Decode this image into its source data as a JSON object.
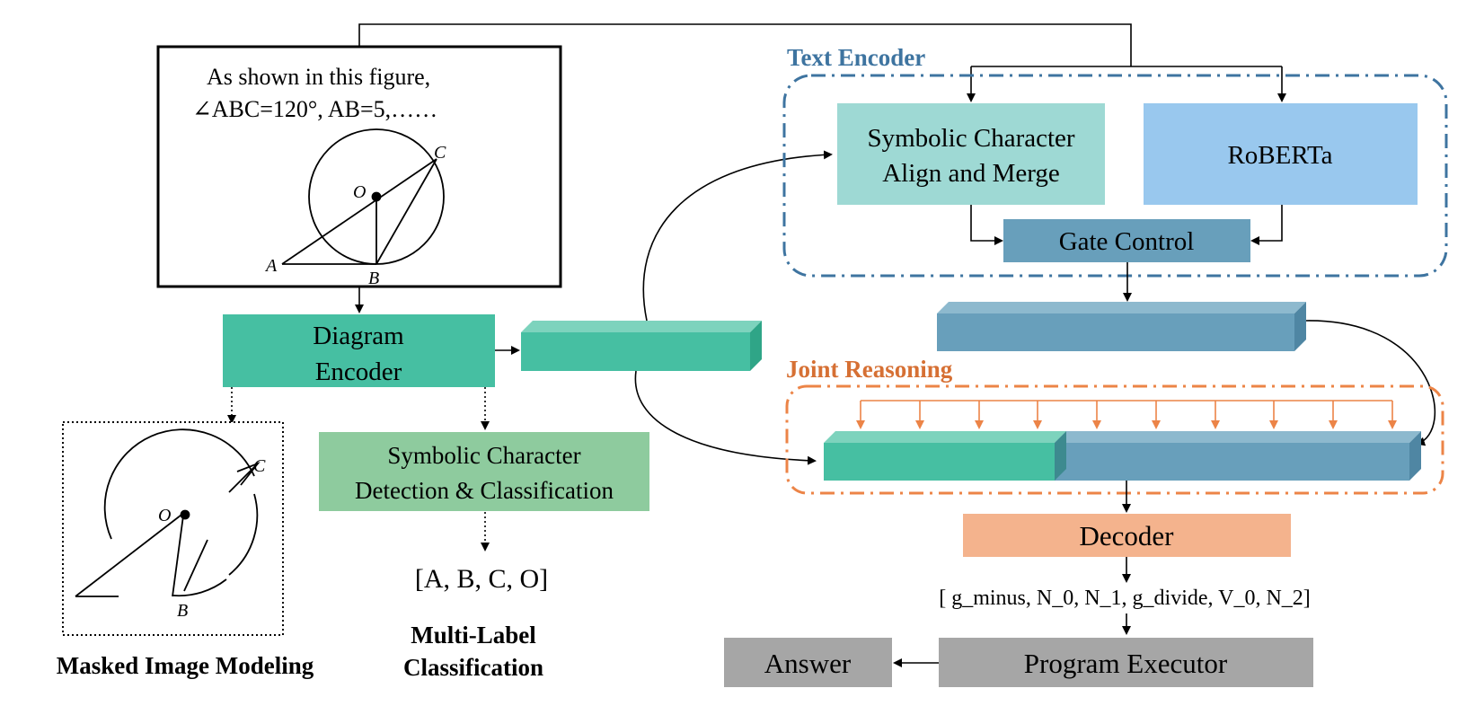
{
  "colors": {
    "teal": "#46bfa2",
    "teal_light": "#9ed9d4",
    "blue_light": "#99c8ee",
    "steel_blue": "#689fbb",
    "green_light": "#8ecb9e",
    "orange": "#f4b38d",
    "orange_dash": "#ec8447",
    "gray": "#a6a6a6",
    "title_blue": "#3e74a0",
    "title_orange": "#d67034"
  },
  "input": {
    "problem_line1": "As shown in this figure,",
    "problem_line2": "∠ABC=120°, AB=5,……",
    "points": [
      "A",
      "B",
      "C",
      "O"
    ]
  },
  "diagram_encoder": {
    "line1": "Diagram",
    "line2": "Encoder"
  },
  "masked_image_modeling": {
    "caption": "Masked Image Modeling"
  },
  "symbolic_detection": {
    "line1": "Symbolic Character",
    "line2": "Detection & Classification",
    "output": "[A, B, C, O]",
    "caption_line1": "Multi-Label",
    "caption_line2": "Classification"
  },
  "text_encoder": {
    "title": "Text Encoder",
    "align_merge_line1": "Symbolic Character",
    "align_merge_line2": "Align and Merge",
    "roberta": "RoBERTa",
    "gate_control": "Gate Control"
  },
  "joint_reasoning": {
    "title": "Joint Reasoning"
  },
  "decoder": {
    "label": "Decoder",
    "program": "[ g_minus, N_0, N_1, g_divide, V_0, N_2]"
  },
  "program_executor": {
    "label": "Program Executor"
  },
  "answer": {
    "label": "Answer"
  }
}
